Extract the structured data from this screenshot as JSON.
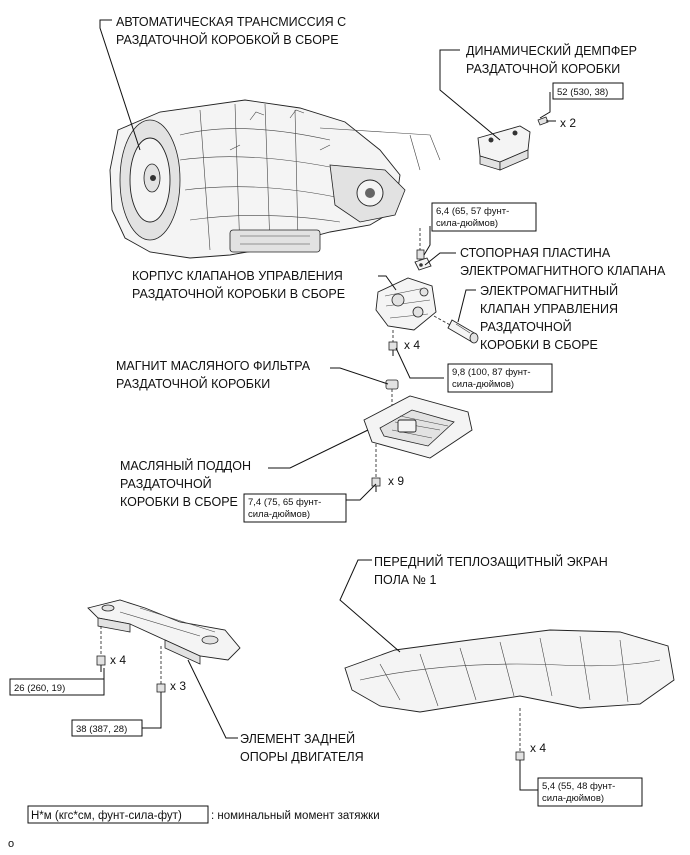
{
  "labels": {
    "transmission": [
      "АВТОМАТИЧЕСКАЯ ТРАНСМИССИЯ С",
      "РАЗДАТОЧНОЙ КОРОБКОЙ В СБОРЕ"
    ],
    "damper": [
      "ДИНАМИЧЕСКИЙ ДЕМПФЕР",
      "РАЗДАТОЧНОЙ КОРОБКИ"
    ],
    "lock_plate": [
      "СТОПОРНАЯ ПЛАСТИНА",
      "ЭЛЕКТРОМАГНИТНОГО КЛАПАНА"
    ],
    "valve_body": [
      "КОРПУС КЛАПАНОВ УПРАВЛЕНИЯ",
      "РАЗДАТОЧНОЙ КОРОБКИ В СБОРЕ"
    ],
    "solenoid": [
      "ЭЛЕКТРОМАГНИТНЫЙ",
      "КЛАПАН УПРАВЛЕНИЯ",
      "РАЗДАТОЧНОЙ",
      "КОРОБКИ В СБОРЕ"
    ],
    "magnet": [
      "МАГНИТ МАСЛЯНОГО ФИЛЬТРА",
      "РАЗДАТОЧНОЙ КОРОБКИ"
    ],
    "oil_pan": [
      "МАСЛЯНЫЙ ПОДДОН",
      "РАЗДАТОЧНОЙ",
      "КОРОБКИ В СБОРЕ"
    ],
    "heat_shield": [
      "ПЕРЕДНИЙ ТЕПЛОЗАЩИТНЫЙ ЭКРАН",
      "ПОЛА № 1"
    ],
    "engine_mount": [
      "ЭЛЕМЕНТ ЗАДНЕЙ",
      "ОПОРЫ ДВИГАТЕЛЯ"
    ]
  },
  "torques": {
    "damper": [
      "52 (530, 38)"
    ],
    "lock_plate": [
      "6,4 (65, 57 фунт-",
      "сила-дюймов)"
    ],
    "valve_body": [
      "9,8 (100, 87 фунт-",
      "сила-дюймов)"
    ],
    "oil_pan": [
      "7,4 (75, 65 фунт-",
      "сила-дюймов)"
    ],
    "mount_a": [
      "26 (260, 19)"
    ],
    "mount_b": [
      "38 (387, 28)"
    ],
    "heat_shield": [
      "5,4 (55, 48 фунт-",
      "сила-дюймов)"
    ]
  },
  "quantities": {
    "damper": "x 2",
    "valve_body": "x 4",
    "oil_pan": "x 9",
    "mount_a": "x 4",
    "mount_b": "x 3",
    "heat_shield": "x 4"
  },
  "legend": {
    "unit": "Н*м (кгс*см, фунт-сила-фут)",
    "text": ": номинальный момент затяжки"
  },
  "footer_mark": "o"
}
